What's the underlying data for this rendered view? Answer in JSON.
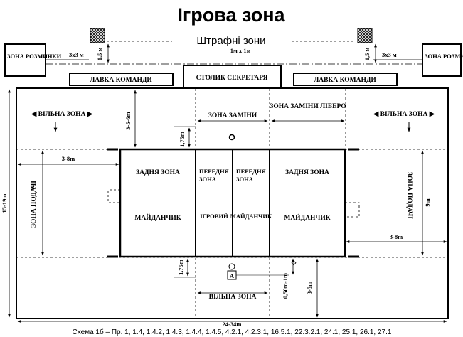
{
  "title": "Ігрова зона",
  "penalty": {
    "label": "Штрафні зони",
    "size": "1м х 1м",
    "dim_3x3": "3х3 м",
    "dim_15": "1,5 м"
  },
  "warmup_zone": "ЗОНА РОЗМИНКИ",
  "team_bench": "ЛАВКА КОМАНДИ",
  "scorer_table": "СТОЛИК СЕКРЕТАРЯ",
  "free_zone": "ВІЛЬНА ЗОНА",
  "free_zone_bottom": "ВІЛЬНА ЗОНА",
  "substitution_zone": "ЗОНА ЗАМІНИ",
  "libero_zone": "ЗОНА ЗАМІНИ ЛІБЕРО",
  "back_zone": "ЗАДНЯ ЗОНА",
  "front_zone": "ПЕРЕДНЯ ЗОНА",
  "court": "МАЙДАНЧИК",
  "court_small": "МАЙДАНЧИК",
  "playing": "ІГРОВИЙ",
  "service_zone": "ЗОНА ПОДАЧІ",
  "dims": {
    "d_3_5_6": "3-5-6m",
    "d_175_top": "1,75m",
    "d_175_bottom": "1,75m",
    "d_3_8": "3-8m",
    "d_15_19": "15-19m",
    "d_9": "9m",
    "d_24_34": "24-34m",
    "d_3_5": "3-5m",
    "d_050": "0,50m-1m"
  },
  "referee_marker": "A",
  "caption": "Схема 1б – Пр. 1, 1.4, 1.4.2, 1.4.3, 1.4.4, 1.4.5, 4.2.1, 4.2.3.1, 16.5.1, 22.3.2.1, 24.1, 25.1, 26.1, 27.1"
}
